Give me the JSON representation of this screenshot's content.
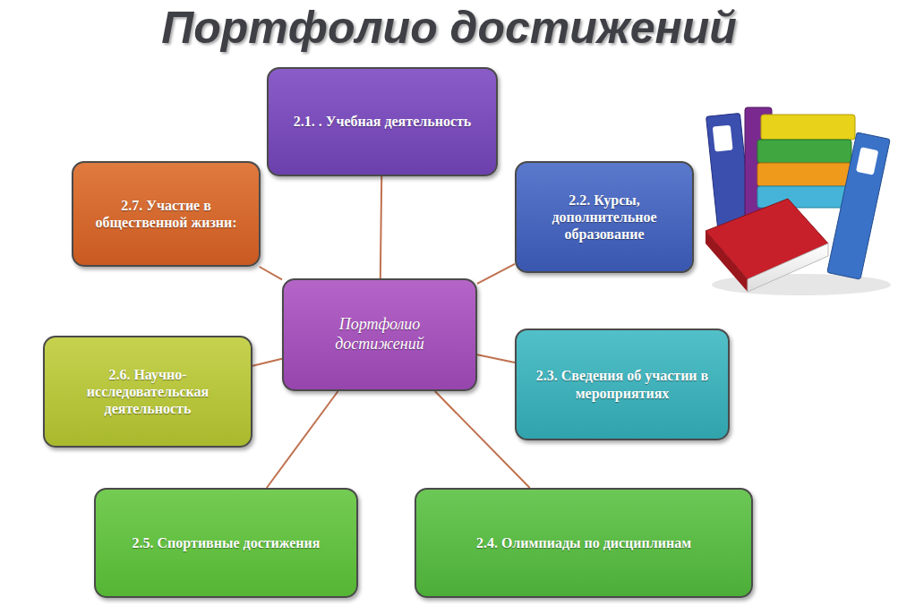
{
  "diagram": {
    "title": "Портфолио достижений",
    "nodes": [
      {
        "text": [
          "2.1. . Учебная деятельность"
        ]
      },
      {
        "text": [
          "2.7. Участие в общественной жизни:"
        ]
      },
      {
        "text": [
          "2.2. Курсы, дополнительное образование"
        ]
      },
      {
        "text": [
          "Портфолио достижений"
        ]
      },
      {
        "text": [
          "2.6. Научно-исследовательская деятельность"
        ]
      },
      {
        "text": [
          "2.3. Сведения об участии в мероприятиях"
        ]
      },
      {
        "text": [
          "2.5. Спортивные достижения"
        ]
      },
      {
        "text": [
          "2.4. Олимпиады по дисциплинам"
        ]
      }
    ],
    "edges": [
      {
        "from": 3,
        "to": 0,
        "arrow": "none"
      },
      {
        "from": 3,
        "to": 1,
        "arrow": "none"
      },
      {
        "from": 3,
        "to": 2,
        "arrow": "none"
      },
      {
        "from": 3,
        "to": 4,
        "arrow": "none"
      },
      {
        "from": 3,
        "to": 5,
        "arrow": "none"
      },
      {
        "from": 3,
        "to": 6,
        "arrow": "none"
      },
      {
        "from": 3,
        "to": 7,
        "arrow": "none"
      }
    ]
  }
}
